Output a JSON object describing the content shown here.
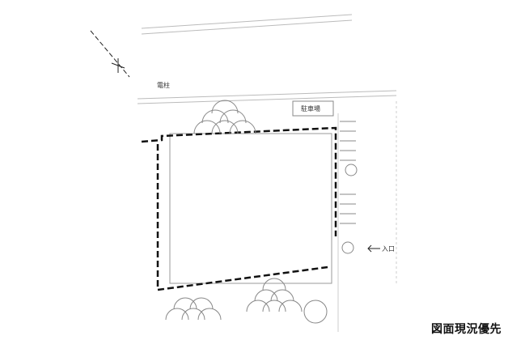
{
  "plan": {
    "utility_pole_label": "電柱",
    "parking_label": "駐車場",
    "entrance_label": "入口",
    "disclaimer": "図面現況優先"
  },
  "colors": {
    "line": "#333333",
    "boundary": "#111111",
    "faint": "#bbbbbb"
  }
}
